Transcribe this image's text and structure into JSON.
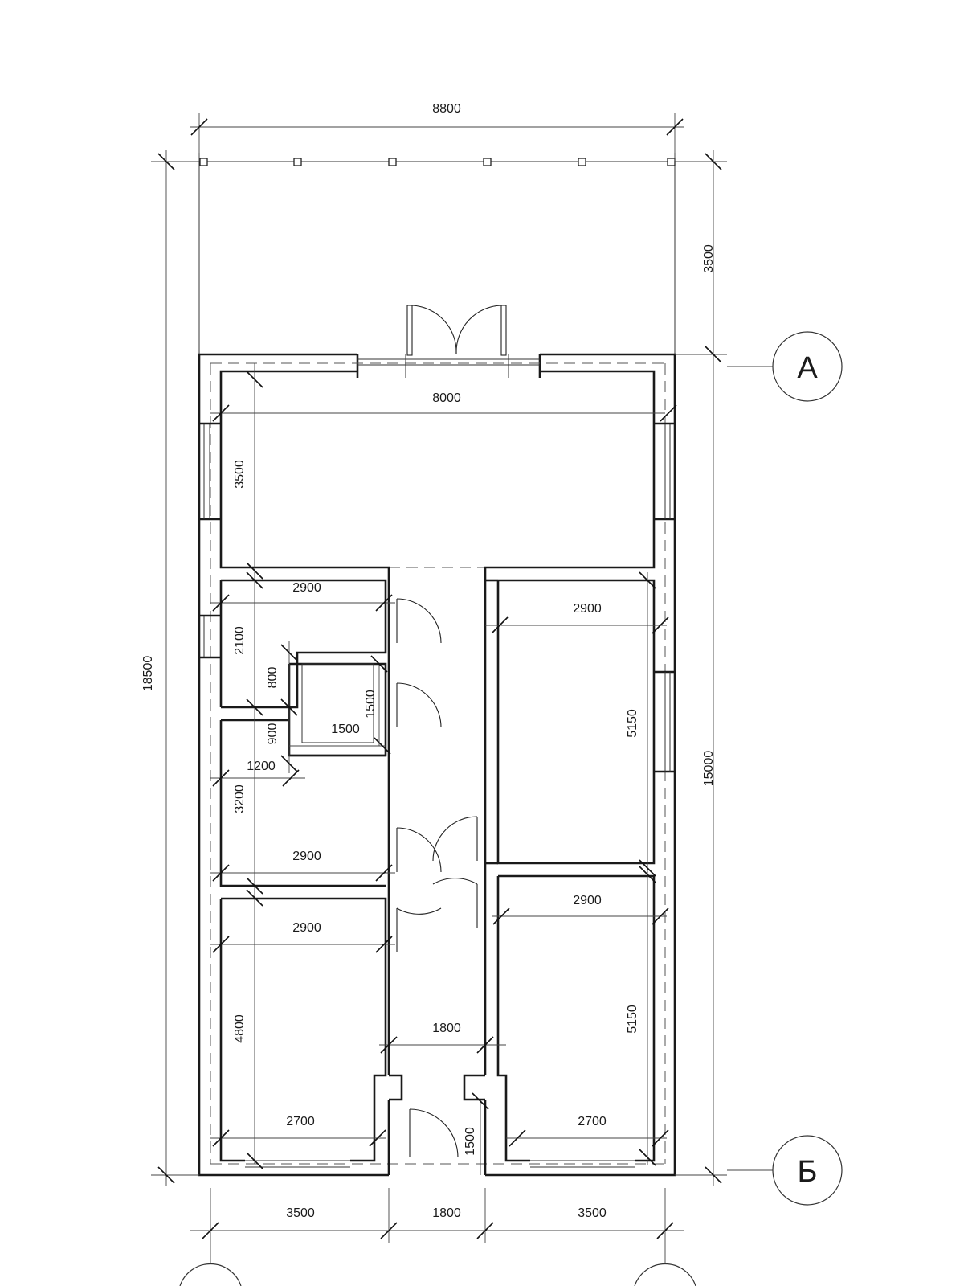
{
  "axes": {
    "a": "А",
    "b": "Б"
  },
  "dims": {
    "overall_width": "8800",
    "terrace_depth": "3500",
    "overall_height": "18500",
    "building_height": "15000",
    "living_width": "8000",
    "living_depth": "3500",
    "room_tl_width": "2900",
    "room_tl_height": "2100",
    "wc_offset_top": "800",
    "wc_offset_left": "900",
    "wc_height": "1500",
    "wc_width": "1500",
    "wc_step": "1200",
    "room_ml_height": "3200",
    "room_ml_width": "2900",
    "room_bl_width_top": "2900",
    "room_bl_height": "4800",
    "room_bl_width_bottom": "2700",
    "room_tr_width": "2900",
    "room_tr_height": "5150",
    "room_br_width": "2900",
    "room_br_height": "5150",
    "room_br_width_bottom": "2700",
    "corridor_width": "1800",
    "entry_depth": "1500",
    "bottom_left": "3500",
    "bottom_mid": "1800",
    "bottom_right": "3500"
  }
}
